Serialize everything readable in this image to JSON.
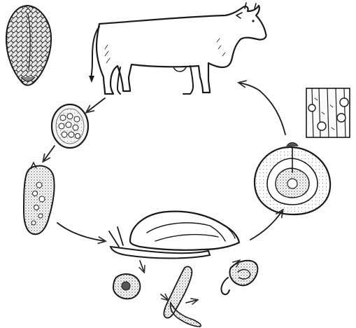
{
  "diagram": {
    "kind": "life-cycle",
    "stages": [
      {
        "id": "adult-fluke",
        "icon": "adult-fluke-icon"
      },
      {
        "id": "host-cow",
        "icon": "cow-icon"
      },
      {
        "id": "egg",
        "icon": "egg-icon"
      },
      {
        "id": "miracidium",
        "icon": "miracidium-icon"
      },
      {
        "id": "snail-host",
        "icon": "snail-icon"
      },
      {
        "id": "sporocyst",
        "icon": "sporocyst-icon"
      },
      {
        "id": "redia",
        "icon": "redia-icon"
      },
      {
        "id": "cercaria",
        "icon": "cercaria-icon"
      },
      {
        "id": "metacercaria",
        "icon": "metacercaria-icon"
      },
      {
        "id": "cysts-on-grass",
        "icon": "grass-cysts-icon"
      }
    ],
    "colors": {
      "ink": "#1a1a1a",
      "shade": "#6e6e6e",
      "paper": "#ffffff"
    }
  }
}
